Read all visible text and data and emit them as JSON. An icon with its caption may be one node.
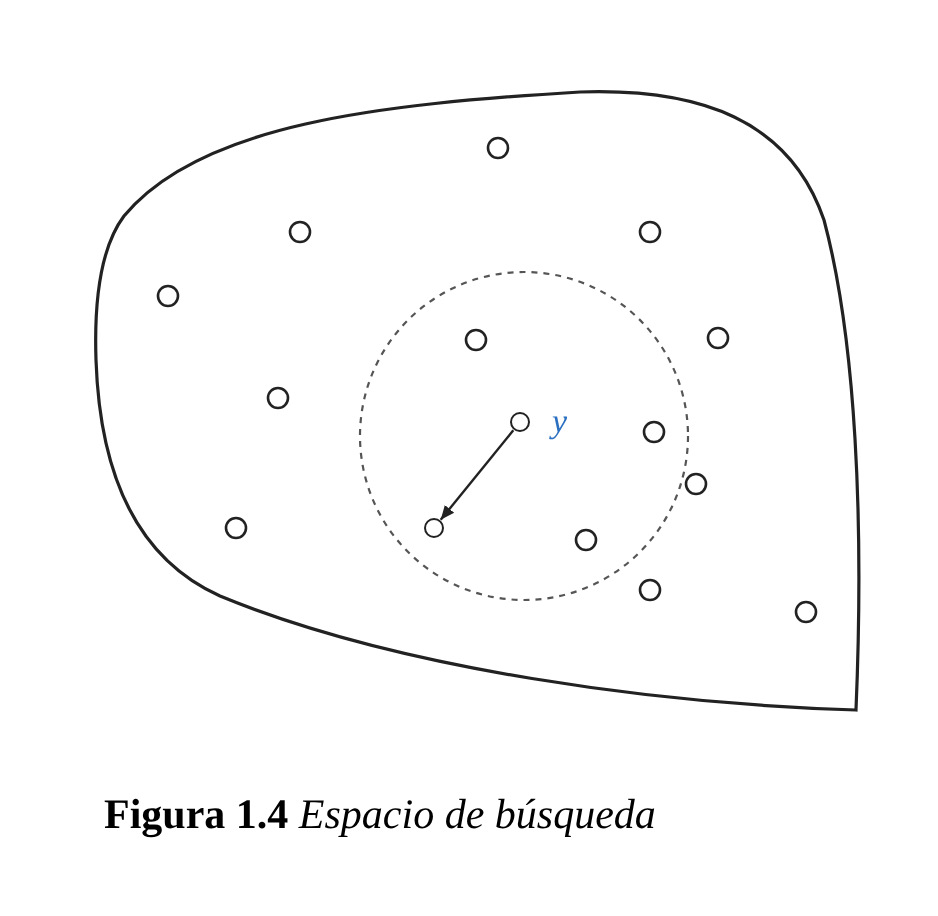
{
  "diagram": {
    "caption": "**Figura 1.4** *Espacio de búsqueda*",
    "nodes": [
      {
        "text": [],
        "shape": "circle",
        "beside": [
          "y"
        ]
      },
      {
        "text": [],
        "shape": "circle"
      }
    ],
    "edges": [
      {
        "from": 0,
        "to": 1,
        "arrow": "to"
      }
    ]
  }
}
